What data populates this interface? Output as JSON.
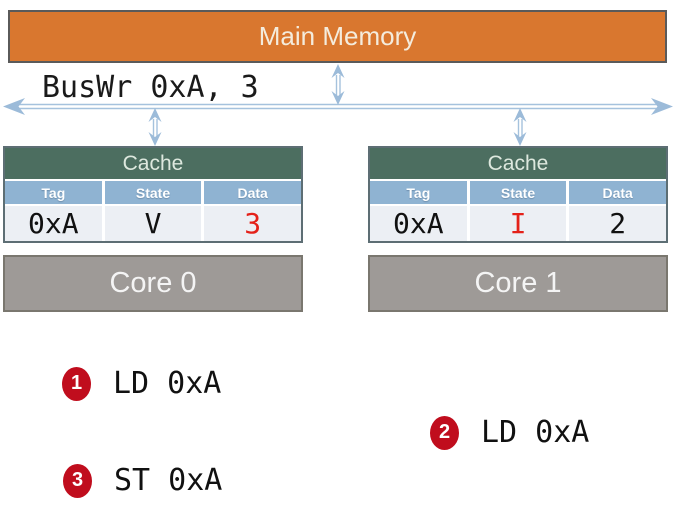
{
  "memory": {
    "label": "Main Memory"
  },
  "bus": {
    "label": "BusWr 0xA, 3"
  },
  "caches": [
    {
      "title": "Cache",
      "columns": [
        "Tag",
        "State",
        "Data"
      ],
      "row": {
        "tag": "0xA",
        "state": "V",
        "data": "3"
      },
      "highlighted_cell": "data",
      "core": "Core 0"
    },
    {
      "title": "Cache",
      "columns": [
        "Tag",
        "State",
        "Data"
      ],
      "row": {
        "tag": "0xA",
        "state": "I",
        "data": "2"
      },
      "highlighted_cell": "state",
      "core": "Core 1"
    }
  ],
  "steps": [
    {
      "number": "1",
      "label": "LD 0xA"
    },
    {
      "number": "2",
      "label": "LD 0xA"
    },
    {
      "number": "3",
      "label": "ST 0xA"
    }
  ],
  "colors": {
    "memory_fill": "#d9772f",
    "memory_border": "#5a5a5a",
    "cache_header_fill": "#4c6e60",
    "column_header_fill": "#8fb3d2",
    "data_row_fill": "#eceff4",
    "core_fill": "#9e9a97",
    "core_border": "#7a776f",
    "bus_arrow": "#a5c2dd",
    "badge_fill": "#c00d1d",
    "highlight_red": "#e42119"
  }
}
